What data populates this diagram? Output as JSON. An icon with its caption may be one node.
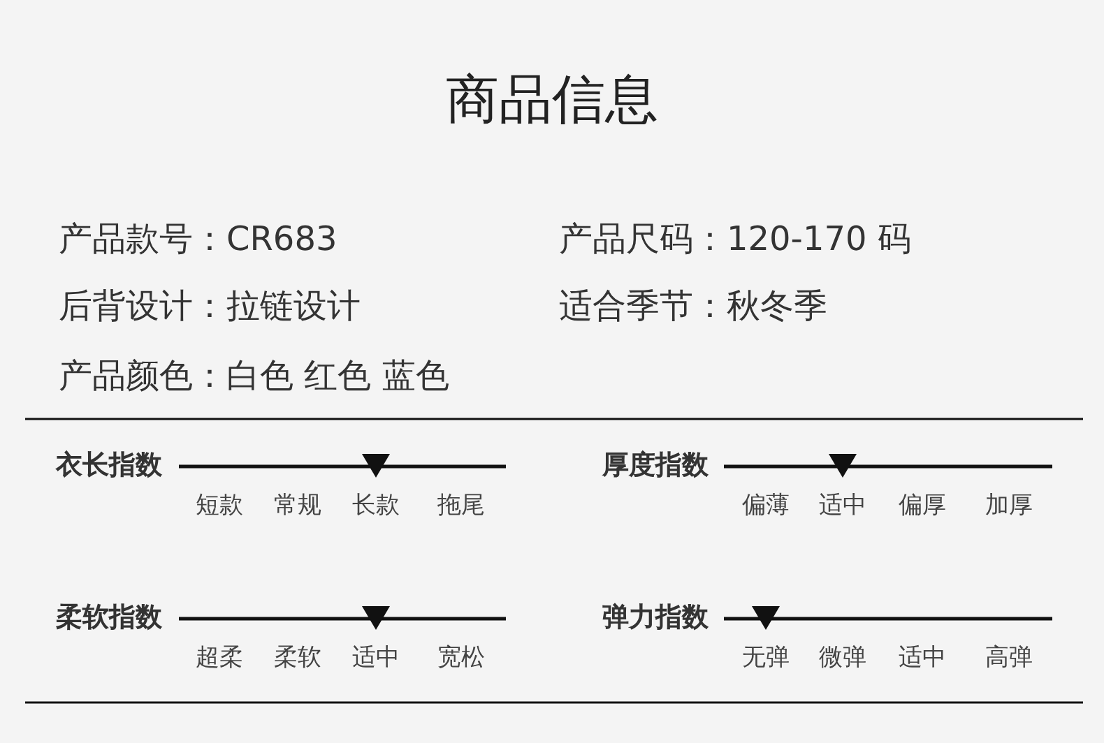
{
  "diagram": {
    "title": "商品信息",
    "labels": [
      "产品款号：CR683",
      "产品尺码：120-170 码",
      "后背设计：拉链设计",
      "适合季节：秋冬季",
      "产品颜色：白色 红色 蓝色",
      "衣长指数",
      "短款",
      "常规",
      "长款",
      "拖尾",
      "厚度指数",
      "偏薄",
      "适中",
      "偏厚",
      "加厚",
      "柔软指数",
      "超柔",
      "柔软",
      "适中",
      "宽松",
      "弹力指数",
      "无弹",
      "微弹",
      "适中",
      "高弹"
    ]
  }
}
